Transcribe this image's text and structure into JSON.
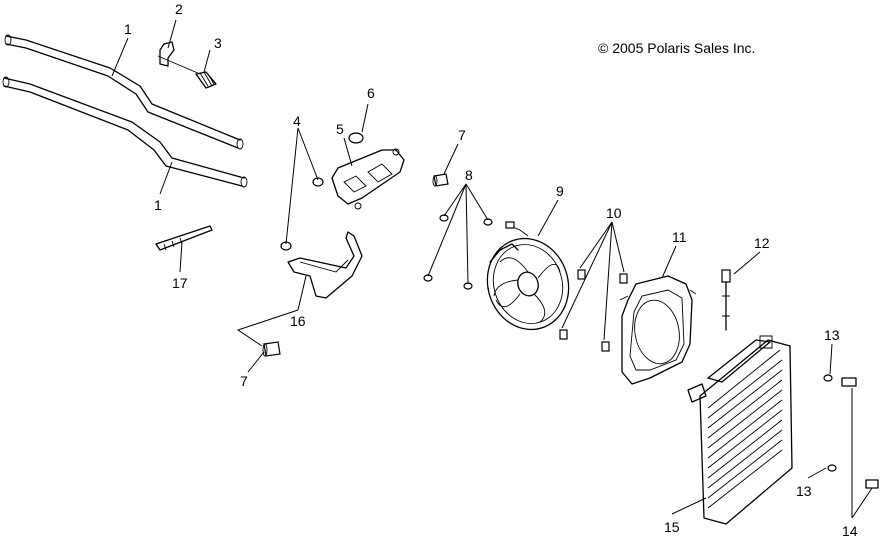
{
  "copyright": "© 2005 Polaris Sales Inc.",
  "callouts": [
    "1",
    "2",
    "3",
    "4",
    "5",
    "6",
    "7",
    "8",
    "9",
    "10",
    "11",
    "12",
    "13",
    "14",
    "15",
    "16",
    "17"
  ]
}
